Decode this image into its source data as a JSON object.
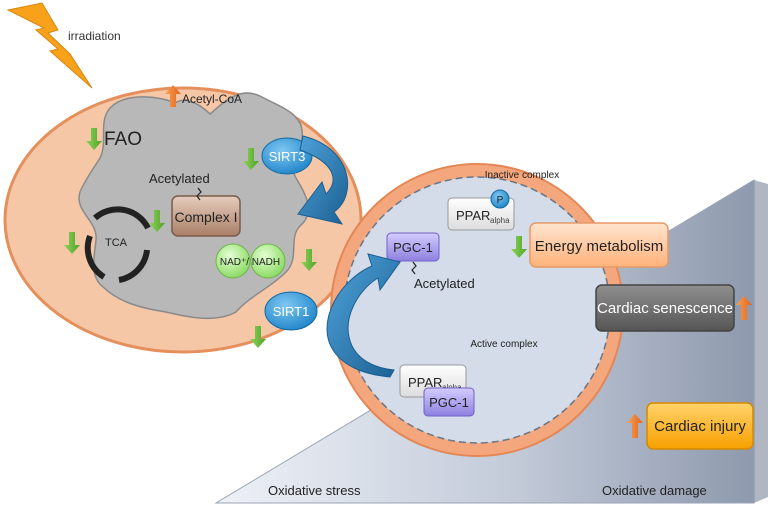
{
  "labels": {
    "irradiation": "irradiation",
    "acetyl_coa": "Acetyl-CoA",
    "fao": "FAO",
    "sirt3": "SIRT3",
    "acetylated_mito": "Acetylated",
    "complex1": "Complex I",
    "tca": "TCA",
    "nad": "NAD⁺/ NADH",
    "sirt1": "SIRT1",
    "inactive_complex": "Inactive complex",
    "p_badge": "P",
    "ppar_top": "PPAR",
    "ppar_top_sub": "alpha",
    "pgc1_top": "PGC-1",
    "acetylated_nuc": "Acetylated",
    "active_complex": "Active complex",
    "ppar_bottom": "PPAR",
    "ppar_bottom_sub": "alpha",
    "pgc1_bottom": "PGC-1",
    "energy_metabolism": "Energy metabolism",
    "cardiac_senescence": "Cardiac senescence",
    "cardiac_injury": "Cardiac injury",
    "oxidative_stress": "Oxidative stress",
    "oxidative_damage": "Oxidative damage"
  },
  "colors": {
    "lightning": "#f7a21a",
    "mito_fill": "#f6c7a6",
    "mito_outline": "#e99a6b",
    "cristae": "#b7b7b7",
    "sirt_fill": "#2e9ad8",
    "nad_fill": "#b8f09a",
    "complex1_fill": "#c9a48d",
    "nucleus_ring": "#f0a47a",
    "nucleus_fill": "#d4dde8",
    "pgc_fill": "#a79ae8",
    "energy_fill": "#ffc49b",
    "senescence_fill": "#6b6b6b",
    "injury_fill": "#ffb21a",
    "arrow_down_green": "#6bbf3a",
    "arrow_up_orange": "#ee7a25",
    "curved_arrow": "#2a78b0"
  },
  "icons": {
    "lightning": "lightning-bolt-icon",
    "up_arrow": "up-arrow-icon",
    "down_arrow": "down-arrow-icon",
    "curved_arrow": "curved-arrow-icon"
  }
}
